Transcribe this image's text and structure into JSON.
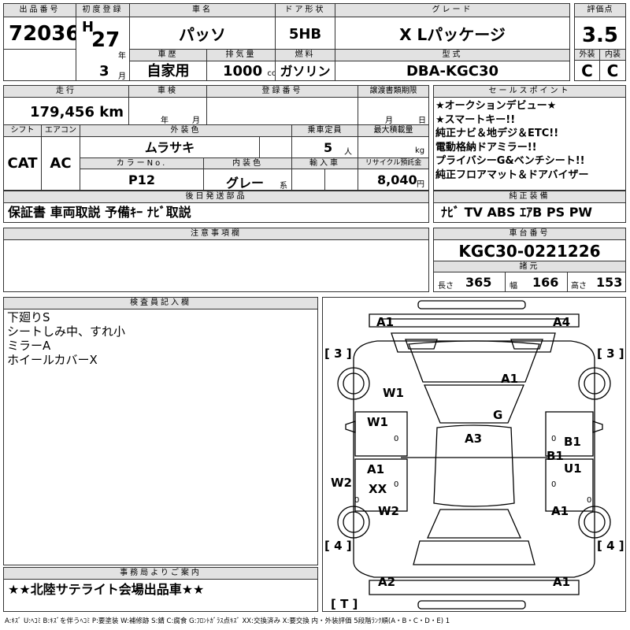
{
  "header": {
    "lot_label": "出品番号",
    "lot_no": "72036",
    "first_reg_label": "初度登録",
    "era": "H",
    "year": "27",
    "year_unit": "年",
    "month": "3",
    "month_unit": "月",
    "car_name_label": "車名",
    "car_name": "パッソ",
    "door_label": "ドア形状",
    "door": "5HB",
    "grade_label": "グレード",
    "grade": "X Lパッケージ",
    "score_label": "評価点",
    "score": "3.5",
    "history_label": "車歴",
    "history": "自家用",
    "displacement_label": "排気量",
    "displacement": "1000",
    "displacement_unit": "cc",
    "fuel_label": "燃料",
    "fuel": "ガソリン",
    "model_label": "型式",
    "model": "DBA-KGC30",
    "exterior_label": "外装",
    "exterior_grade": "C",
    "interior_label": "内装",
    "interior_grade": "C"
  },
  "row2": {
    "mileage_label": "走行",
    "mileage": "179,456",
    "mileage_unit": "km",
    "inspection_label": "車検",
    "insp_year_unit": "年",
    "insp_month_unit": "月",
    "reg_no_label": "登録番号",
    "transfer_label": "譲渡書類期限",
    "transfer_month_unit": "月",
    "transfer_day_unit": "日",
    "shift_label": "シフト",
    "shift": "CAT",
    "ac_label": "エアコン",
    "ac": "AC",
    "ext_color_label": "外装色",
    "ext_color": "ムラサキ",
    "capacity_label": "乗車定員",
    "capacity": "5",
    "capacity_unit": "人",
    "max_load_label": "最大積載量",
    "max_load_unit": "kg",
    "color_no_label": "カラーNo.",
    "color_no": "P12",
    "int_color_label": "内装色",
    "int_color": "グレー",
    "int_color_unit": "系",
    "import_label": "輸入車",
    "recycle_label": "リサイクル預託金",
    "recycle": "8,040",
    "recycle_unit": "円"
  },
  "sales_points": {
    "label": "セールスポイント",
    "items": [
      "★オークションデビュー★",
      "★スマートキー!!",
      "純正ナビ＆地デジ＆ETC!!",
      "電動格納ドアミラー!!",
      "プライバシーG&ベンチシート!!",
      "純正フロアマット＆ドアバイザー"
    ]
  },
  "parts": {
    "label": "後日発送部品",
    "value": "保証書 車両取説 予備ｷｰ ﾅﾋﾞ取説"
  },
  "equipment": {
    "label": "純正装備",
    "value": "ﾅﾋﾞ TV ABS ｴｱB PS PW"
  },
  "notes": {
    "label": "注意事項欄",
    "value": ""
  },
  "chassis": {
    "label": "車台番号",
    "value": "KGC30-0221226",
    "spec_label": "諸元",
    "length_label": "長さ",
    "length": "365",
    "width_label": "幅",
    "width": "166",
    "height_label": "高さ",
    "height": "153"
  },
  "inspector": {
    "label": "検査員記入欄",
    "lines": [
      "下廻りS",
      "シートしみ中、すれ小",
      "ミラーA",
      "ホイールカバーX"
    ]
  },
  "office": {
    "label": "事務局よりご案内",
    "value": "★★北陸サテライト会場出品車★★"
  },
  "diagram": {
    "labels": {
      "a1_fl": "A1",
      "a4_fr": "A4",
      "b3_l": "[ 3 ]",
      "b3_r": "[ 3 ]",
      "w1_fender": "W1",
      "a1_hood": "A1",
      "g_glass": "G",
      "w1_door": "W1",
      "a3_roof": "A3",
      "b1_door": "B1",
      "b1_door2": "B1",
      "a1_rdoor": "A1",
      "xx_rdoor": "XX",
      "u1_rdoor": "U1",
      "w2_side": "W2",
      "w2_rear": "W2",
      "a1_rear": "A1",
      "b4_l": "[ 4 ]",
      "b4_r": "[ 4 ]",
      "a2_rl": "A2",
      "a1_rr": "A1",
      "t": "[ T ]",
      "zero1": "0",
      "zero2": "0",
      "zero3": "0",
      "zero4": "0",
      "zero5": "0",
      "zero6": "0"
    }
  },
  "legend": "A:ｷｽﾞ U:ﾍｺﾐ B:ｷｽﾞを伴うﾍｺﾐ P:要塗装 W:補修跡 S:錆 C:腐食 G:ﾌﾛﾝﾄｶﾞﾗｽ点ｷｽﾞ XX:交換済み X:要交換 内・外装評価 5段階ﾗﾝｸ順(A・B・C・D・E) 1"
}
